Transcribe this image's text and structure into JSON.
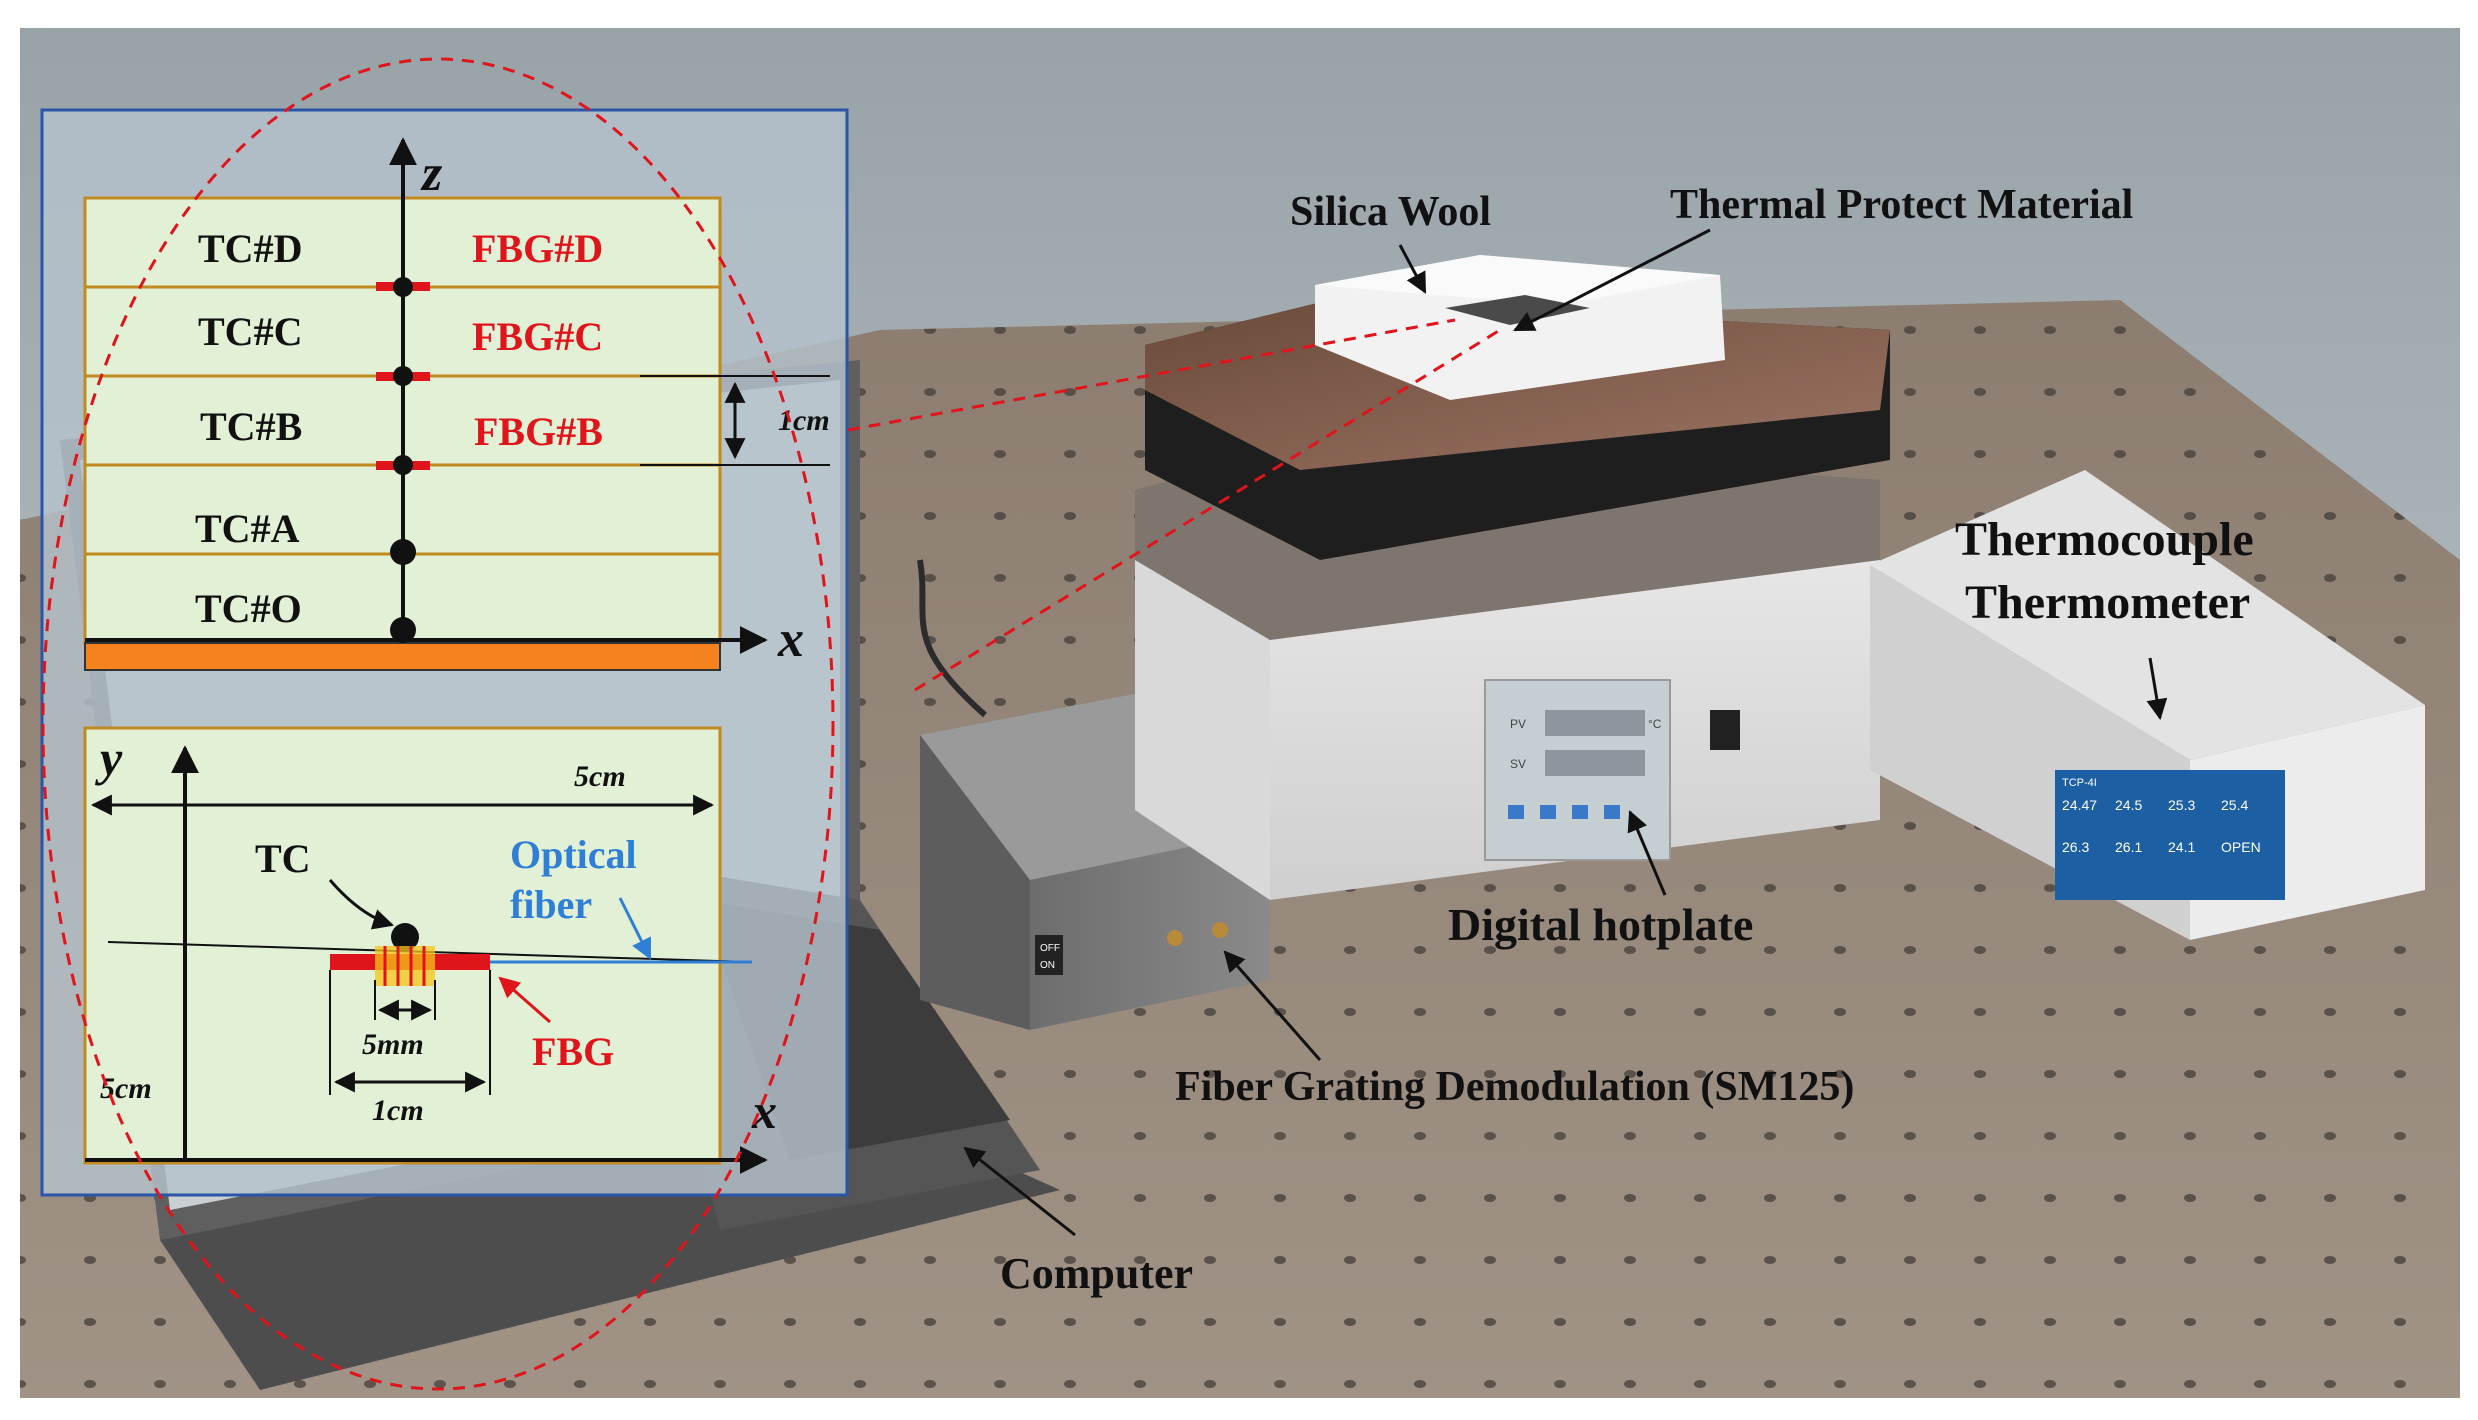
{
  "labels": {
    "silica_wool": "Silica Wool",
    "thermal_protect": "Thermal Protect Material",
    "thermocouple_line1": "Thermocouple",
    "thermocouple_line2": "Thermometer",
    "digital_hotplate": "Digital hotplate",
    "fiber_grating": "Fiber Grating Demodulation (SM125)",
    "computer": "Computer"
  },
  "inset_side": {
    "axis_z": "z",
    "axis_x": "x",
    "spacing": "1cm",
    "layers": [
      {
        "tc": "TC#D",
        "fbg": "FBG#D"
      },
      {
        "tc": "TC#C",
        "fbg": "FBG#C"
      },
      {
        "tc": "TC#B",
        "fbg": "FBG#B"
      },
      {
        "tc": "TC#A",
        "fbg": ""
      },
      {
        "tc": "TC#O",
        "fbg": ""
      }
    ]
  },
  "inset_top": {
    "axis_y": "y",
    "axis_x": "x",
    "width": "5cm",
    "height": "5cm",
    "tc": "TC",
    "optical_line1": "Optical",
    "optical_line2": "fiber",
    "grating_length": "5mm",
    "fbg_length": "1cm",
    "fbg": "FBG"
  },
  "devices": {
    "hotplate_pv": "PV",
    "hotplate_sv": "SV",
    "hotplate_unit": "°C",
    "switch_off": "OFF",
    "switch_on": "ON",
    "thermometer_model": "TCP-4I",
    "readings": [
      "24.47",
      "24.5",
      "25.3",
      "25.4",
      "26.3",
      "26.1",
      "24.1",
      "OPEN"
    ]
  },
  "colors": {
    "inset_fill": "#e2f0d6",
    "layer_line": "#c08a1e",
    "base_bar": "#f5821f",
    "fbg_red": "#e0141b",
    "fiber_blue": "#2f7fd6",
    "ellipse_red": "#e0141b",
    "inset_border": "#2a55a8"
  }
}
